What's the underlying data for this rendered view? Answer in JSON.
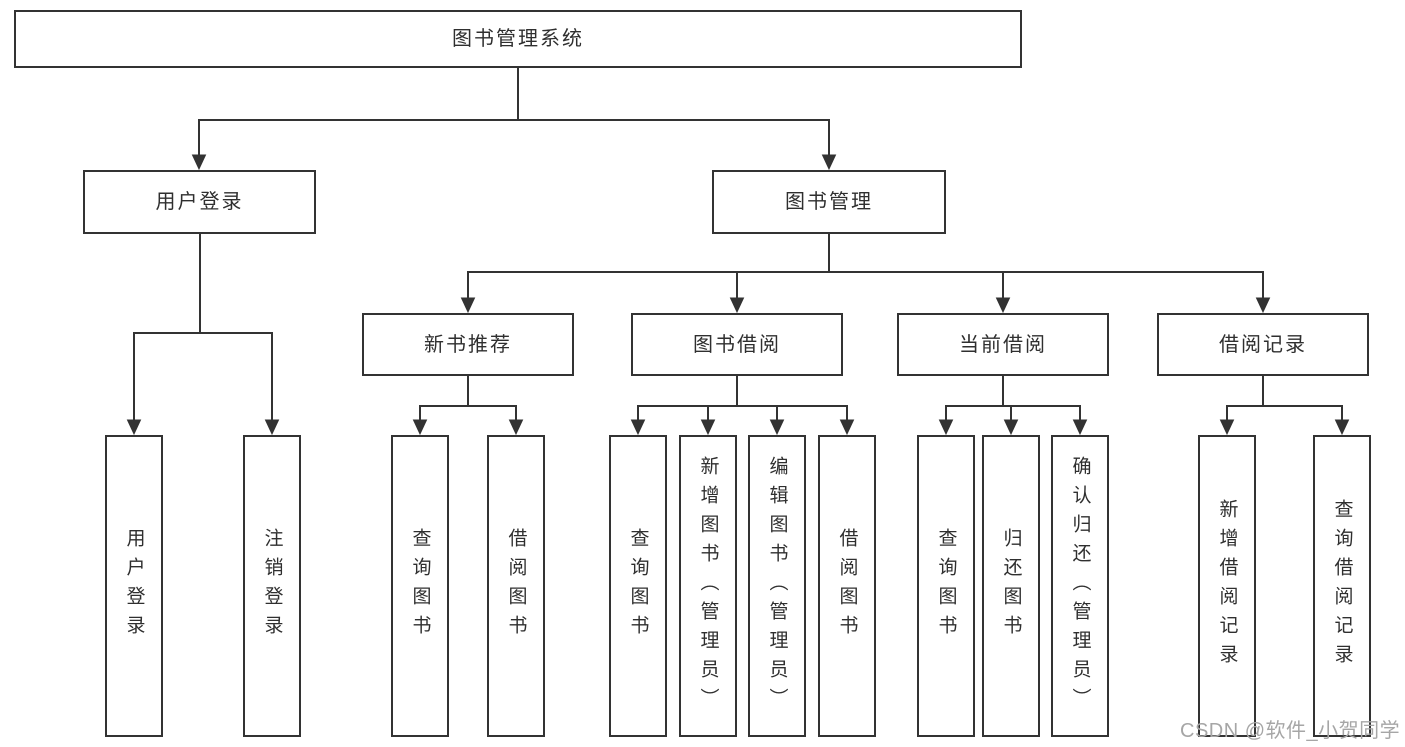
{
  "tree": {
    "label": "图书管理系统",
    "children": [
      {
        "label": "用户登录",
        "children": [
          {
            "label": "用户登录"
          },
          {
            "label": "注销登录"
          }
        ]
      },
      {
        "label": "图书管理",
        "children": [
          {
            "label": "新书推荐",
            "children": [
              {
                "label": "查询图书"
              },
              {
                "label": "借阅图书"
              }
            ]
          },
          {
            "label": "图书借阅",
            "children": [
              {
                "label": "查询图书"
              },
              {
                "label": "新增图书（管理员）"
              },
              {
                "label": "编辑图书（管理员）"
              },
              {
                "label": "借阅图书"
              }
            ]
          },
          {
            "label": "当前借阅",
            "children": [
              {
                "label": "查询图书"
              },
              {
                "label": "归还图书"
              },
              {
                "label": "确认归还（管理员）"
              }
            ]
          },
          {
            "label": "借阅记录",
            "children": [
              {
                "label": "新增借阅记录"
              },
              {
                "label": "查询借阅记录"
              }
            ]
          }
        ]
      }
    ]
  },
  "watermark": "CSDN @软件_小贺同学",
  "style": {
    "line_color": "#333333",
    "text_color": "#2f2f2f",
    "watermark_color": "#a6a6a6",
    "background": "#ffffff"
  }
}
